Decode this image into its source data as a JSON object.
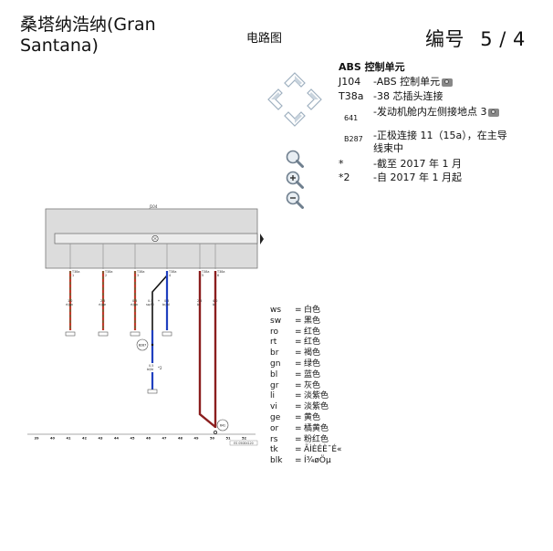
{
  "header": {
    "title": "桑塔纳浩纳(Gran Santana)",
    "subtitle": "电路图",
    "page_label": "编号",
    "page_number": "5 / 4"
  },
  "toolbar": {
    "nav_icon": "pan-arrows-icon",
    "zoom_in_icon": "zoom-in-icon",
    "zoom_out_icon": "zoom-out-icon",
    "search_icon": "magnifier-icon"
  },
  "legend": {
    "heading": "ABS 控制单元",
    "items": [
      {
        "code": "J104",
        "desc": "-ABS 控制单元"
      },
      {
        "code": "T38a",
        "desc": "-38 芯插头连接"
      },
      {
        "code": "641",
        "desc": "-发动机舱内左侧接地点 3"
      },
      {
        "code": "B287",
        "desc": "-正极连接 11（15a），在主导线束中"
      },
      {
        "code": "*",
        "desc": "-截至 2017 年 1 月"
      },
      {
        "code": "*2",
        "desc": "-自 2017 年 1 月起"
      }
    ]
  },
  "diagram": {
    "module_label": "J104",
    "pins": [
      {
        "conn": "T38a",
        "pin": "1"
      },
      {
        "conn": "T38a",
        "pin": "2"
      },
      {
        "conn": "T38a",
        "pin": "3"
      },
      {
        "conn": "T38a",
        "pin": "4"
      },
      {
        "conn": "T38a",
        "pin": "5"
      },
      {
        "conn": "T38a",
        "pin": "6"
      }
    ],
    "wires": [
      {
        "size": "1.0",
        "color": "rt/gn"
      },
      {
        "size": "2.5",
        "color": "rt/ge"
      },
      {
        "size": "0.5",
        "color": "rt/gn"
      },
      {
        "size": "0.5",
        "color": "sw/bl"
      },
      {
        "size": "0.5",
        "color": "br/bl"
      },
      {
        "size": "2.5",
        "color": "br"
      },
      {
        "size": "4.0",
        "color": "br"
      }
    ],
    "lower_wire": {
      "size": "0.5",
      "color": "bl/bl"
    },
    "note_star": "*",
    "note_star2": "*2",
    "splice_label": "B287",
    "ground_label": "641",
    "bus_numbers": [
      "39",
      "40",
      "41",
      "42",
      "43",
      "44",
      "45",
      "46",
      "47",
      "48",
      "49",
      "50",
      "51",
      "52"
    ],
    "doc_ref": "ES 0508X120"
  },
  "color_codes": [
    {
      "abbr": "ws",
      "name": "白色"
    },
    {
      "abbr": "sw",
      "name": "黑色"
    },
    {
      "abbr": "ro",
      "name": "红色"
    },
    {
      "abbr": "rt",
      "name": "红色"
    },
    {
      "abbr": "br",
      "name": "褐色"
    },
    {
      "abbr": "gn",
      "name": "绿色"
    },
    {
      "abbr": "bl",
      "name": "蓝色"
    },
    {
      "abbr": "gr",
      "name": "灰色"
    },
    {
      "abbr": "li",
      "name": "淡紫色"
    },
    {
      "abbr": "vi",
      "name": "淡紫色"
    },
    {
      "abbr": "ge",
      "name": "黄色"
    },
    {
      "abbr": "or",
      "name": "橘黄色"
    },
    {
      "abbr": "rs",
      "name": "粉红色"
    },
    {
      "abbr": "tk",
      "name": "ÃÌÈÉÈ¯É«"
    },
    {
      "abbr": "blk",
      "name": "Í¾øÖµ"
    }
  ]
}
